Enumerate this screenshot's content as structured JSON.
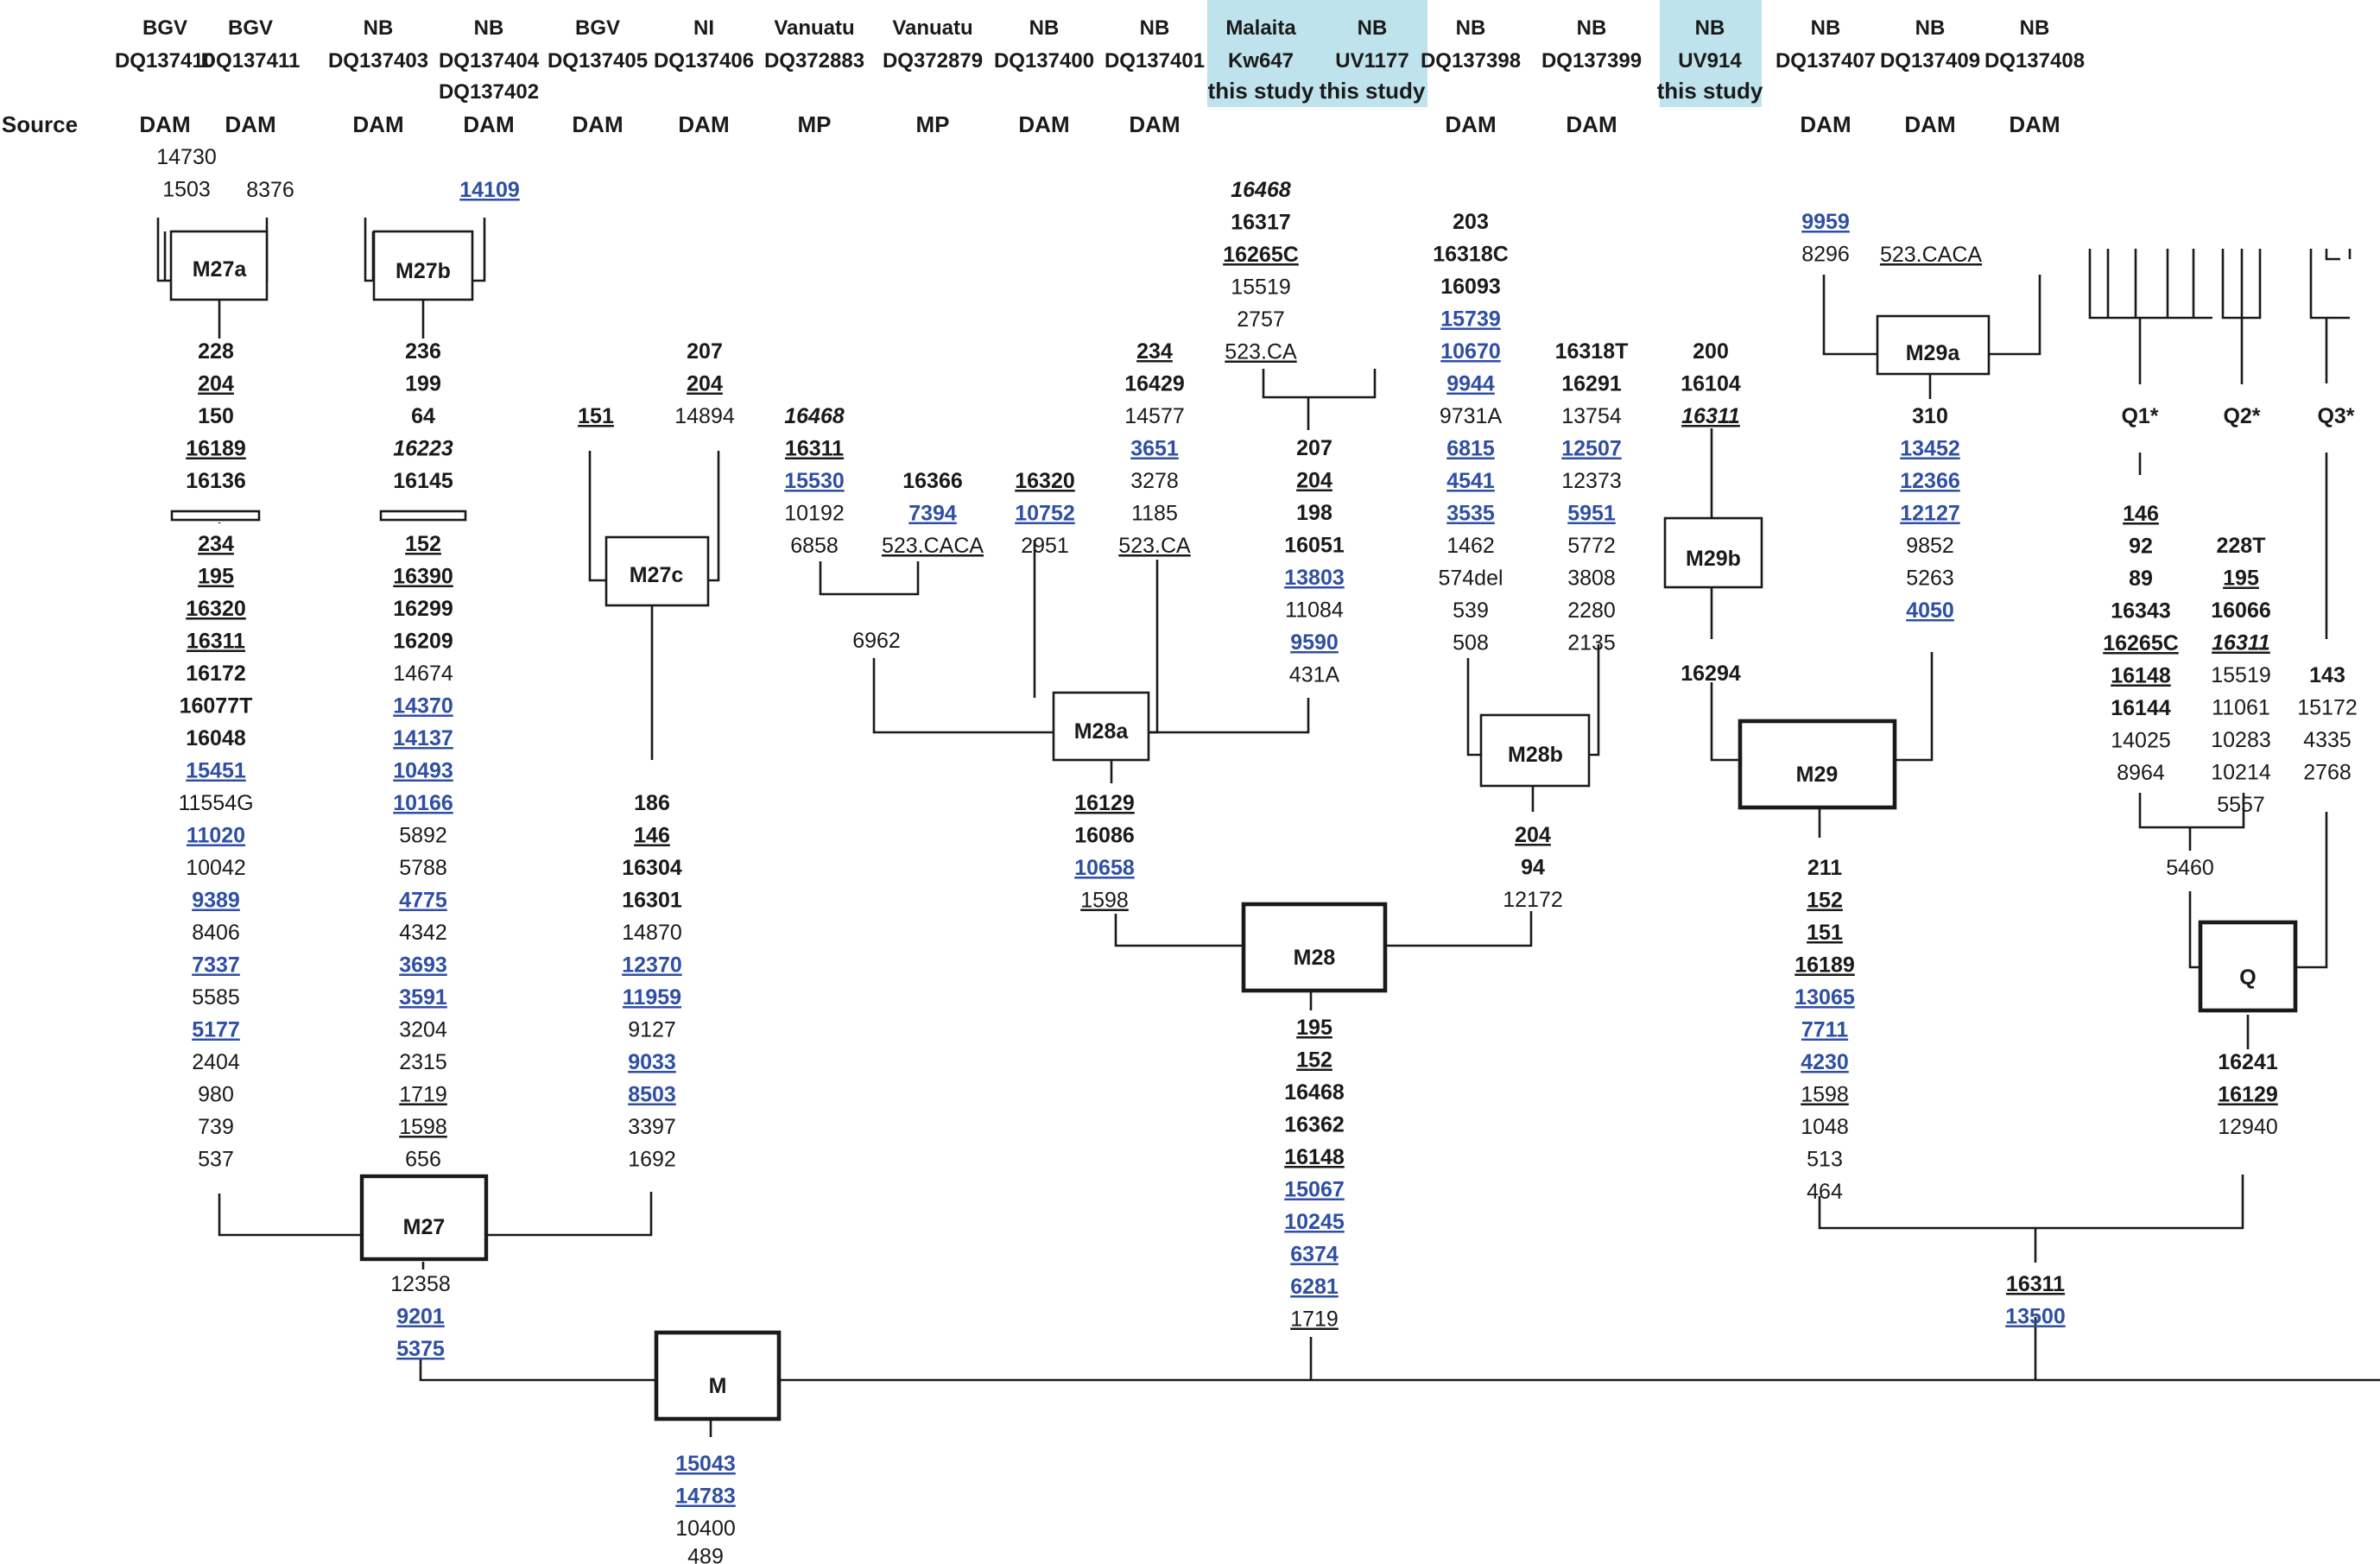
{
  "header": {
    "columns": [
      {
        "region": "BGV",
        "accession": "DQ137410",
        "source": "DAM"
      },
      {
        "region": "BGV",
        "accession": "DQ137411",
        "source": "DAM"
      },
      {
        "region": "NB",
        "accession": "DQ137403",
        "source": "DAM"
      },
      {
        "region": "NB",
        "accession": "DQ137404",
        "accession2": "DQ137402",
        "source": "DAM"
      },
      {
        "region": "BGV",
        "accession": "DQ137405",
        "source": "DAM"
      },
      {
        "region": "NI",
        "accession": "DQ137406",
        "source": "DAM"
      },
      {
        "region": "Vanuatu",
        "accession": "DQ372883",
        "source": "MP"
      },
      {
        "region": "Vanuatu",
        "accession": "DQ372879",
        "source": "MP"
      },
      {
        "region": "NB",
        "accession": "DQ137400",
        "source": "DAM"
      },
      {
        "region": "NB",
        "accession": "DQ137401",
        "source": "DAM"
      },
      {
        "region": "Malaita",
        "accession": "Kw647",
        "source": "this study",
        "highlight": true
      },
      {
        "region": "NB",
        "accession": "UV1177",
        "source": "this study",
        "highlight": true
      },
      {
        "region": "NB",
        "accession": "DQ137398",
        "source": "DAM"
      },
      {
        "region": "NB",
        "accession": "DQ137399",
        "source": "DAM"
      },
      {
        "region": "NB",
        "accession": "UV914",
        "source": "this study",
        "highlight": true
      },
      {
        "region": "NB",
        "accession": "DQ137407",
        "source": "DAM"
      },
      {
        "region": "NB",
        "accession": "DQ137409",
        "source": "DAM"
      },
      {
        "region": "NB",
        "accession": "DQ137408",
        "source": "DAM"
      }
    ],
    "source_label": "Source"
  },
  "nodes": {
    "M": "M",
    "M27": "M27",
    "M27a": "M27a",
    "M27b": "M27b",
    "M27c": "M27c",
    "M28": "M28",
    "M28a": "M28a",
    "M28b": "M28b",
    "M29": "M29",
    "M29a": "M29a",
    "M29b": "M29b",
    "Q": "Q",
    "Q1": "Q1*",
    "Q2": "Q2*",
    "Q3": "Q3*"
  },
  "mutation_lists": {
    "col1_private": [
      {
        "t": "14730"
      },
      {
        "t": "1503"
      }
    ],
    "col2_private": [
      {
        "t": "8376"
      }
    ],
    "col4_private": [
      {
        "t": "14109",
        "s": "blue"
      }
    ],
    "m27a_upper": [
      {
        "t": "228",
        "s": "b"
      },
      {
        "t": "204",
        "s": "bu"
      },
      {
        "t": "150",
        "s": "b"
      },
      {
        "t": "16189",
        "s": "bu"
      },
      {
        "t": "16136",
        "s": "b"
      }
    ],
    "m27a_lower": [
      {
        "t": "234",
        "s": "bu"
      },
      {
        "t": "195",
        "s": "bu"
      },
      {
        "t": "16320",
        "s": "bu"
      },
      {
        "t": "16311",
        "s": "bu"
      },
      {
        "t": "16172",
        "s": "b"
      },
      {
        "t": "16077T",
        "s": "b"
      },
      {
        "t": "16048",
        "s": "b"
      },
      {
        "t": "15451",
        "s": "blue"
      },
      {
        "t": "11554G"
      },
      {
        "t": "11020",
        "s": "blue"
      },
      {
        "t": "10042"
      },
      {
        "t": "9389",
        "s": "blue"
      },
      {
        "t": "8406"
      },
      {
        "t": "7337",
        "s": "blue"
      },
      {
        "t": "5585"
      },
      {
        "t": "5177",
        "s": "blue"
      },
      {
        "t": "2404"
      },
      {
        "t": "980"
      },
      {
        "t": "739"
      },
      {
        "t": "537"
      }
    ],
    "m27b_upper": [
      {
        "t": "236",
        "s": "b"
      },
      {
        "t": "199",
        "s": "b"
      },
      {
        "t": "64",
        "s": "b"
      },
      {
        "t": "16223",
        "s": "bi"
      },
      {
        "t": "16145",
        "s": "b"
      }
    ],
    "m27b_lower": [
      {
        "t": "152",
        "s": "bu"
      },
      {
        "t": "16390",
        "s": "bu"
      },
      {
        "t": "16299",
        "s": "b"
      },
      {
        "t": "16209",
        "s": "b"
      },
      {
        "t": "14674"
      },
      {
        "t": "14370",
        "s": "blue"
      },
      {
        "t": "14137",
        "s": "blue"
      },
      {
        "t": "10493",
        "s": "blue"
      },
      {
        "t": "10166",
        "s": "blue"
      },
      {
        "t": "5892"
      },
      {
        "t": "5788"
      },
      {
        "t": "4775",
        "s": "blue"
      },
      {
        "t": "4342"
      },
      {
        "t": "3693",
        "s": "blue"
      },
      {
        "t": "3591",
        "s": "blue"
      },
      {
        "t": "3204"
      },
      {
        "t": "2315"
      },
      {
        "t": "1719",
        "s": "u"
      },
      {
        "t": "1598",
        "s": "u"
      },
      {
        "t": "656"
      }
    ],
    "col5_private": [
      {
        "t": "151",
        "s": "bu"
      }
    ],
    "col6_private": [
      {
        "t": "207",
        "s": "b"
      },
      {
        "t": "204",
        "s": "bu"
      },
      {
        "t": "14894"
      }
    ],
    "m27c_lower": [
      {
        "t": "186",
        "s": "b"
      },
      {
        "t": "146",
        "s": "bu"
      },
      {
        "t": "16304",
        "s": "b"
      },
      {
        "t": "16301",
        "s": "b"
      },
      {
        "t": "14870"
      },
      {
        "t": "12370",
        "s": "blue"
      },
      {
        "t": "11959",
        "s": "blue"
      },
      {
        "t": "9127"
      },
      {
        "t": "9033",
        "s": "blue"
      },
      {
        "t": "8503",
        "s": "blue"
      },
      {
        "t": "3397"
      },
      {
        "t": "1692"
      }
    ],
    "m27_lower": [
      {
        "t": "12358"
      },
      {
        "t": "9201",
        "s": "blue"
      },
      {
        "t": "5375",
        "s": "blue"
      }
    ],
    "col7_private": [
      {
        "t": "16468",
        "s": "bi"
      },
      {
        "t": "16311",
        "s": "bu"
      },
      {
        "t": "15530",
        "s": "blue"
      },
      {
        "t": "10192"
      },
      {
        "t": "6858"
      }
    ],
    "col8_private": [
      {
        "t": "16366",
        "s": "b"
      },
      {
        "t": "7394",
        "s": "blue"
      },
      {
        "t": "523.CACA",
        "s": "u"
      }
    ],
    "col7_8_shared": [
      {
        "t": "6962"
      }
    ],
    "col9_private": [
      {
        "t": "16320",
        "s": "bu"
      },
      {
        "t": "10752",
        "s": "blue"
      },
      {
        "t": "2951"
      }
    ],
    "col10_private": [
      {
        "t": "234",
        "s": "bu"
      },
      {
        "t": "16429",
        "s": "b"
      },
      {
        "t": "14577"
      },
      {
        "t": "3651",
        "s": "blue"
      },
      {
        "t": "3278"
      },
      {
        "t": "1185"
      },
      {
        "t": "523.CA",
        "s": "u"
      }
    ],
    "col11_12_top": [
      {
        "t": "16468",
        "s": "bi"
      },
      {
        "t": "16317",
        "s": "b"
      },
      {
        "t": "16265C",
        "s": "bu"
      },
      {
        "t": "15519"
      },
      {
        "t": "2757"
      },
      {
        "t": "523.CA",
        "s": "u"
      }
    ],
    "col11_12_lower": [
      {
        "t": "207",
        "s": "b"
      },
      {
        "t": "204",
        "s": "bu"
      },
      {
        "t": "198",
        "s": "b"
      },
      {
        "t": "16051",
        "s": "b"
      },
      {
        "t": "13803",
        "s": "blue"
      },
      {
        "t": "11084"
      },
      {
        "t": "9590",
        "s": "blue"
      },
      {
        "t": "431A"
      }
    ],
    "m28a_lower": [
      {
        "t": "16129",
        "s": "bu"
      },
      {
        "t": "16086",
        "s": "b"
      },
      {
        "t": "10658",
        "s": "blue"
      },
      {
        "t": "1598",
        "s": "u"
      }
    ],
    "col13_private": [
      {
        "t": "203",
        "s": "b"
      },
      {
        "t": "16318C",
        "s": "b"
      },
      {
        "t": "16093",
        "s": "b"
      },
      {
        "t": "15739",
        "s": "blue"
      },
      {
        "t": "10670",
        "s": "blue"
      },
      {
        "t": "9944",
        "s": "blue"
      },
      {
        "t": "9731A"
      },
      {
        "t": "6815",
        "s": "blue"
      },
      {
        "t": "4541",
        "s": "blue"
      },
      {
        "t": "3535",
        "s": "blue"
      },
      {
        "t": "1462"
      },
      {
        "t": "574del"
      },
      {
        "t": "539"
      },
      {
        "t": "508"
      }
    ],
    "col14_private": [
      {
        "t": "16318T",
        "s": "b"
      },
      {
        "t": "16291",
        "s": "b"
      },
      {
        "t": "13754"
      },
      {
        "t": "12507",
        "s": "blue"
      },
      {
        "t": "12373"
      },
      {
        "t": "5951",
        "s": "blue"
      },
      {
        "t": "5772"
      },
      {
        "t": "3808"
      },
      {
        "t": "2280"
      },
      {
        "t": "2135"
      }
    ],
    "m28b_lower": [
      {
        "t": "204",
        "s": "bu"
      },
      {
        "t": "94",
        "s": "b"
      },
      {
        "t": "12172"
      }
    ],
    "m28_lower": [
      {
        "t": "195",
        "s": "bu"
      },
      {
        "t": "152",
        "s": "bu"
      },
      {
        "t": "16468",
        "s": "b"
      },
      {
        "t": "16362",
        "s": "b"
      },
      {
        "t": "16148",
        "s": "bu"
      },
      {
        "t": "15067",
        "s": "blue"
      },
      {
        "t": "10245",
        "s": "blue"
      },
      {
        "t": "6374",
        "s": "blue"
      },
      {
        "t": "6281",
        "s": "blue"
      },
      {
        "t": "1719",
        "s": "u"
      }
    ],
    "col15_private": [
      {
        "t": "200",
        "s": "b"
      },
      {
        "t": "16104",
        "s": "b"
      },
      {
        "t": "16311",
        "s": "biu"
      }
    ],
    "m29b_lower": [
      {
        "t": "16294",
        "s": "b"
      }
    ],
    "col16_private": [
      {
        "t": "9959",
        "s": "blue"
      },
      {
        "t": "8296"
      }
    ],
    "col17_private": [
      {
        "t": "523.CACA",
        "s": "u"
      }
    ],
    "m29a_lower": [
      {
        "t": "310",
        "s": "b"
      },
      {
        "t": "13452",
        "s": "blue"
      },
      {
        "t": "12366",
        "s": "blue"
      },
      {
        "t": "12127",
        "s": "blue"
      },
      {
        "t": "9852"
      },
      {
        "t": "5263"
      },
      {
        "t": "4050",
        "s": "blue"
      }
    ],
    "m29_lower": [
      {
        "t": "211",
        "s": "b"
      },
      {
        "t": "152",
        "s": "bu"
      },
      {
        "t": "151",
        "s": "bu"
      },
      {
        "t": "16189",
        "s": "bu"
      },
      {
        "t": "13065",
        "s": "blue"
      },
      {
        "t": "7711",
        "s": "blue"
      },
      {
        "t": "4230",
        "s": "blue"
      },
      {
        "t": "1598",
        "s": "u"
      },
      {
        "t": "1048"
      },
      {
        "t": "513"
      },
      {
        "t": "464"
      }
    ],
    "q1_lower": [
      {
        "t": "146",
        "s": "bu"
      },
      {
        "t": "92",
        "s": "b"
      },
      {
        "t": "89",
        "s": "b"
      },
      {
        "t": "16343",
        "s": "b"
      },
      {
        "t": "16265C",
        "s": "bu"
      },
      {
        "t": "16148",
        "s": "bu"
      },
      {
        "t": "16144",
        "s": "b"
      },
      {
        "t": "14025"
      },
      {
        "t": "8964"
      }
    ],
    "q2_lower": [
      {
        "t": "228T",
        "s": "b"
      },
      {
        "t": "195",
        "s": "bu"
      },
      {
        "t": "16066",
        "s": "b"
      },
      {
        "t": "16311",
        "s": "biu"
      },
      {
        "t": "15519"
      },
      {
        "t": "11061"
      },
      {
        "t": "10283"
      },
      {
        "t": "10214"
      },
      {
        "t": "5557"
      }
    ],
    "q3_lower": [
      {
        "t": "143",
        "s": "b"
      },
      {
        "t": "15172"
      },
      {
        "t": "4335"
      },
      {
        "t": "2768"
      }
    ],
    "q1_q2_shared": [
      {
        "t": "5460"
      }
    ],
    "q_lower": [
      {
        "t": "16241",
        "s": "b"
      },
      {
        "t": "16129",
        "s": "bu"
      },
      {
        "t": "12940"
      }
    ],
    "m29_q_shared": [
      {
        "t": "16311",
        "s": "bu"
      },
      {
        "t": "13500",
        "s": "blue"
      }
    ],
    "m_lower": [
      {
        "t": "15043",
        "s": "blue"
      },
      {
        "t": "14783",
        "s": "blue"
      },
      {
        "t": "10400"
      },
      {
        "t": "489"
      }
    ]
  }
}
